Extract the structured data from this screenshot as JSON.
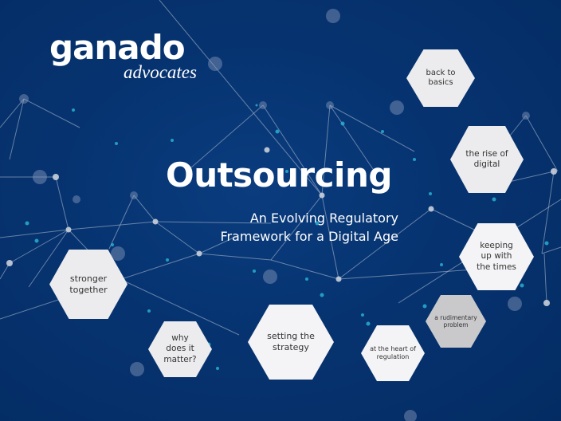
{
  "logo": {
    "main": "ganado",
    "sub": "advocates"
  },
  "title": "Outsourcing",
  "subtitle": {
    "line1": "An Evolving Regulatory",
    "line2": "Framework for a Digital Age"
  },
  "hexagons": [
    {
      "id": "back-to-basics",
      "label": "back to basics"
    },
    {
      "id": "the-rise-of-digital",
      "label": "the rise of digital"
    },
    {
      "id": "keeping-up-with-the-times",
      "label": "keeping up with the times"
    },
    {
      "id": "a-rudimentary-problem",
      "label": "a rudimentary problem"
    },
    {
      "id": "stronger-together",
      "label": "stronger together"
    },
    {
      "id": "why-does-it-matter",
      "label": "why does it matter?"
    },
    {
      "id": "setting-the-strategy",
      "label": "setting the strategy"
    },
    {
      "id": "at-the-heart-of-regulation",
      "label": "at the heart of regulation"
    }
  ],
  "colors": {
    "background": "#04306b",
    "hexagon": "#ececee",
    "hexagon_dim": "#c9c9cc",
    "text_on_hex": "#333333",
    "accent_dots": "#29b6d6"
  }
}
